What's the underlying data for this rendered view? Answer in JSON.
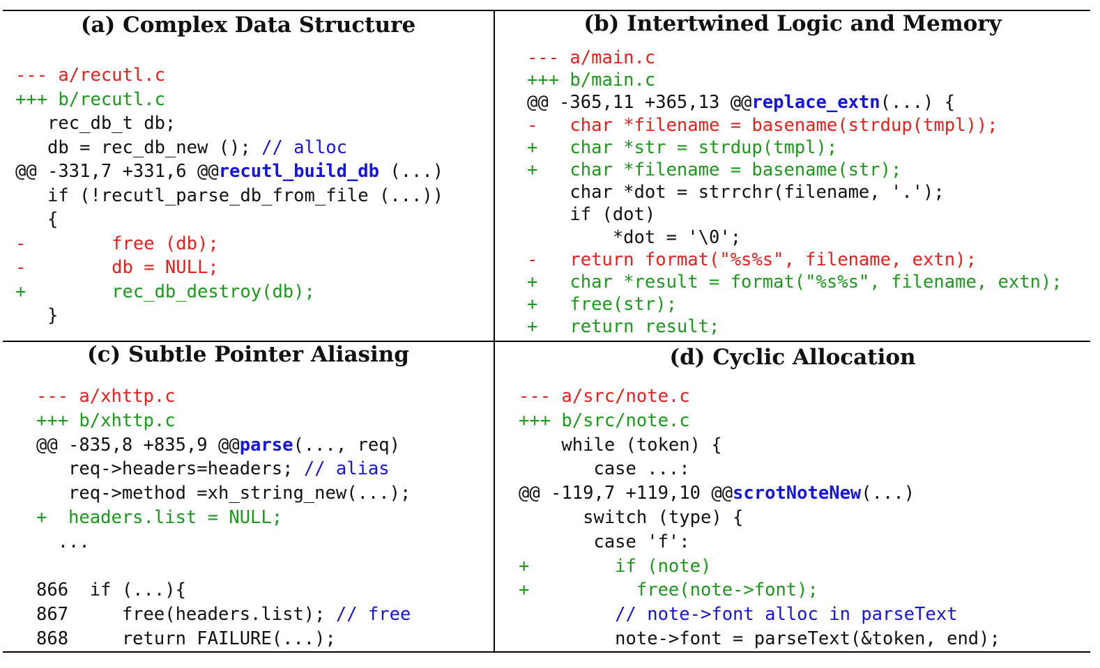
{
  "colors": {
    "plain": "#111111",
    "del": "#e8201c",
    "add": "#1a9a1a",
    "func": "#1515e0",
    "comment": "#1515e0"
  },
  "panels": [
    {
      "title": "(a) Complex Data Structure",
      "lines": [
        [
          [
            "del",
            "--- a/recutl.c"
          ]
        ],
        [
          [
            "add",
            "+++ b/recutl.c"
          ]
        ],
        [
          [
            "plain",
            "   rec_db_t db;"
          ]
        ],
        [
          [
            "plain",
            "   db = rec_db_new (); "
          ],
          [
            "comment",
            "// alloc"
          ]
        ],
        [
          [
            "plain",
            "@@ -331,7 +331,6 @@"
          ],
          [
            "func",
            "recutl_build_db"
          ],
          [
            "plain",
            " (...)"
          ]
        ],
        [
          [
            "plain",
            "   if (!recutl_parse_db_from_file (...))"
          ]
        ],
        [
          [
            "plain",
            "   {"
          ]
        ],
        [
          [
            "del",
            "-        free (db);"
          ]
        ],
        [
          [
            "del",
            "-        db = NULL;"
          ]
        ],
        [
          [
            "add",
            "+        rec_db_destroy(db);"
          ]
        ],
        [
          [
            "plain",
            "   }"
          ]
        ]
      ]
    },
    {
      "title": "(b) Intertwined Logic and Memory",
      "lines": [
        [
          [
            "del",
            "--- a/main.c"
          ]
        ],
        [
          [
            "add",
            "+++ b/main.c"
          ]
        ],
        [
          [
            "plain",
            "@@ -365,11 +365,13 @@"
          ],
          [
            "func",
            "replace_extn"
          ],
          [
            "plain",
            "(...) {"
          ]
        ],
        [
          [
            "del",
            "-   char *filename = basename(strdup(tmpl));"
          ]
        ],
        [
          [
            "add",
            "+   char *str = strdup(tmpl);"
          ]
        ],
        [
          [
            "add",
            "+   char *filename = basename(str);"
          ]
        ],
        [
          [
            "plain",
            "    char *dot = strrchr(filename, '.');"
          ]
        ],
        [
          [
            "plain",
            "    if (dot)"
          ]
        ],
        [
          [
            "plain",
            "        *dot = '\\0';"
          ]
        ],
        [
          [
            "del",
            "-   return format(\"%s%s\", filename, extn);"
          ]
        ],
        [
          [
            "add",
            "+   char *result = format(\"%s%s\", filename, extn);"
          ]
        ],
        [
          [
            "add",
            "+   free(str);"
          ]
        ],
        [
          [
            "add",
            "+   return result;"
          ]
        ]
      ]
    },
    {
      "title": "(c) Subtle Pointer Aliasing",
      "lines": [
        [
          [
            "del",
            "--- a/xhttp.c"
          ]
        ],
        [
          [
            "add",
            "+++ b/xhttp.c"
          ]
        ],
        [
          [
            "plain",
            "@@ -835,8 +835,9 @@"
          ],
          [
            "func",
            "parse"
          ],
          [
            "plain",
            "(..., req)"
          ]
        ],
        [
          [
            "plain",
            "   req->headers=headers; "
          ],
          [
            "comment",
            "// alias"
          ]
        ],
        [
          [
            "plain",
            "   req->method =xh_string_new(...);"
          ]
        ],
        [
          [
            "add",
            "+  headers.list = NULL;"
          ]
        ],
        [
          [
            "plain",
            "  ..."
          ]
        ],
        [
          [
            "plain",
            ""
          ]
        ],
        [
          [
            "plain",
            "866  if (...){"
          ]
        ],
        [
          [
            "plain",
            "867     free(headers.list); "
          ],
          [
            "comment",
            "// free"
          ]
        ],
        [
          [
            "plain",
            "868     return FAILURE(...);"
          ]
        ]
      ]
    },
    {
      "title": "(d) Cyclic Allocation",
      "lines": [
        [
          [
            "del",
            "--- a/src/note.c"
          ]
        ],
        [
          [
            "add",
            "+++ b/src/note.c"
          ]
        ],
        [
          [
            "plain",
            "    while (token) {"
          ]
        ],
        [
          [
            "plain",
            "       case ...:"
          ]
        ],
        [
          [
            "plain",
            "@@ -119,7 +119,10 @@"
          ],
          [
            "func",
            "scrotNoteNew"
          ],
          [
            "plain",
            "(...)"
          ]
        ],
        [
          [
            "plain",
            "      switch (type) {"
          ]
        ],
        [
          [
            "plain",
            "       case 'f':"
          ]
        ],
        [
          [
            "add",
            "+        if (note)"
          ]
        ],
        [
          [
            "add",
            "+          free(note->font);"
          ]
        ],
        [
          [
            "comment",
            "         // note->font alloc in parseText"
          ]
        ],
        [
          [
            "plain",
            "         note->font = parseText(&token, end);"
          ]
        ]
      ]
    }
  ]
}
